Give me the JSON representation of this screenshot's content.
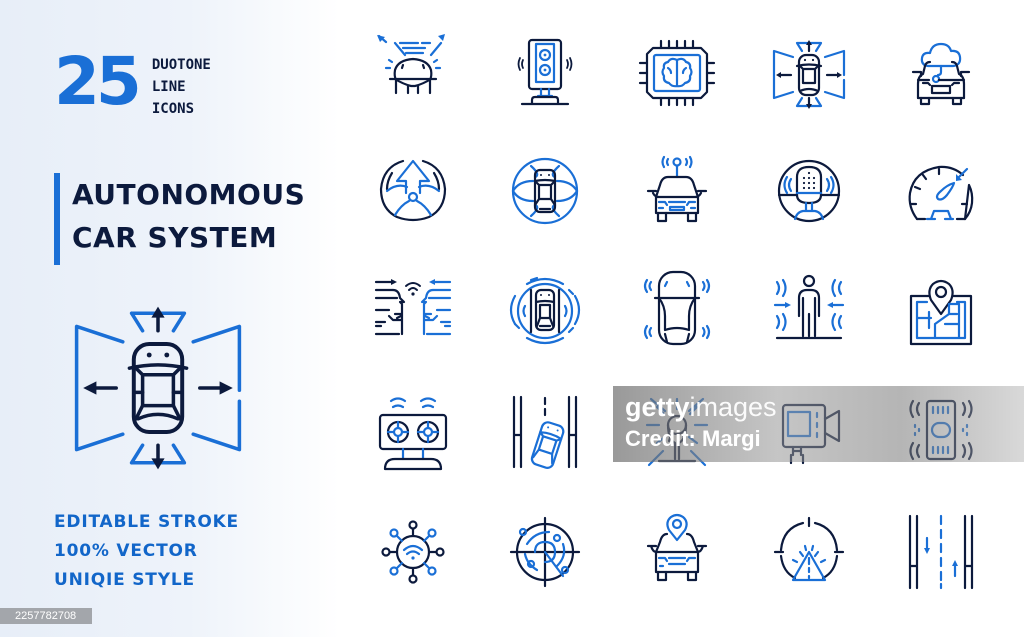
{
  "header": {
    "count": "25",
    "count_label_lines": [
      "DUOTONE",
      "LINE",
      "ICONS"
    ]
  },
  "title": {
    "lines": [
      "AUTONOMOUS",
      "CAR SYSTEM"
    ]
  },
  "hero_icon": "car-surround-view-icon",
  "features": [
    "EDITABLE STROKE",
    "100% VECTOR",
    "UNIQIE STYLE"
  ],
  "image_id": "2257782708",
  "watermark": {
    "brand_bold": "getty",
    "brand_light": "images",
    "credit": "Credit: Margi"
  },
  "colors": {
    "accent": "#1a6fd6",
    "dark": "#0c1a3d",
    "panel_bg": "#e7eef8"
  },
  "icons": [
    {
      "name": "headlight-sensor-icon"
    },
    {
      "name": "traffic-light-sensor-icon"
    },
    {
      "name": "ai-brain-chip-icon"
    },
    {
      "name": "car-surround-view-icon"
    },
    {
      "name": "cloud-connected-car-icon"
    },
    {
      "name": "steering-wheel-direction-icon"
    },
    {
      "name": "car-globe-navigation-icon"
    },
    {
      "name": "car-antenna-signal-icon"
    },
    {
      "name": "voice-assistant-mic-icon"
    },
    {
      "name": "speedometer-icon"
    },
    {
      "name": "car-to-car-communication-icon"
    },
    {
      "name": "car-radar-circle-icon"
    },
    {
      "name": "car-parking-sensors-icon"
    },
    {
      "name": "pedestrian-detection-icon"
    },
    {
      "name": "map-location-pin-icon"
    },
    {
      "name": "stereo-camera-icon"
    },
    {
      "name": "lane-departure-icon"
    },
    {
      "name": "lidar-sensor-icon"
    },
    {
      "name": "video-camera-icon"
    },
    {
      "name": "sensor-chip-icon"
    },
    {
      "name": "wireless-network-hub-icon"
    },
    {
      "name": "radar-scan-icon"
    },
    {
      "name": "car-gps-pin-icon"
    },
    {
      "name": "hazard-warning-target-icon"
    },
    {
      "name": "two-way-road-lanes-icon"
    }
  ]
}
